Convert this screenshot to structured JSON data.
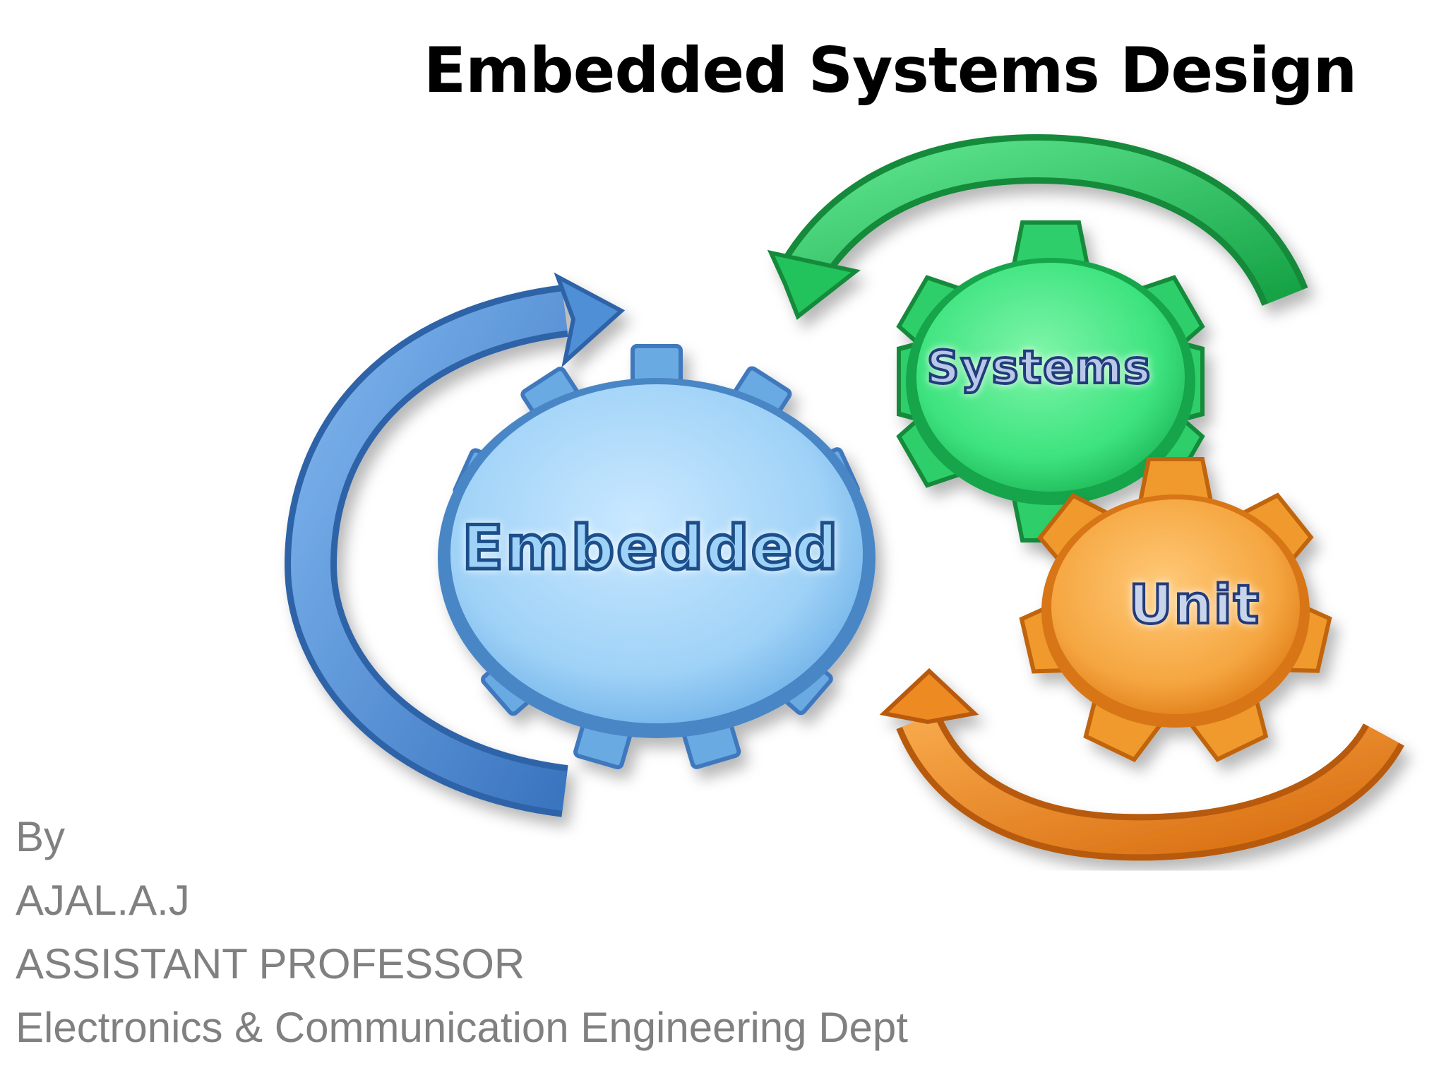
{
  "slide": {
    "title": "Embedded Systems Design",
    "diagram": {
      "gears": [
        {
          "label": "Embedded",
          "color": "#9fd2f7",
          "edge_color": "#4a86c5"
        },
        {
          "label": "Systems",
          "color": "#3de37f",
          "edge_color": "#17a54c"
        },
        {
          "label": "Unit",
          "color": "#f5a640",
          "edge_color": "#d87414"
        }
      ],
      "arrows": [
        {
          "name": "blue-cycle-arrow",
          "color": "#4f8fd6"
        },
        {
          "name": "green-cycle-arrow",
          "color": "#24c25d"
        },
        {
          "name": "orange-cycle-arrow",
          "color": "#ee8a22"
        }
      ]
    },
    "byline": {
      "line1": "By",
      "line2": "AJAL.A.J",
      "line3": "ASSISTANT PROFESSOR",
      "line4": "Electronics & Communication Engineering Dept"
    }
  }
}
